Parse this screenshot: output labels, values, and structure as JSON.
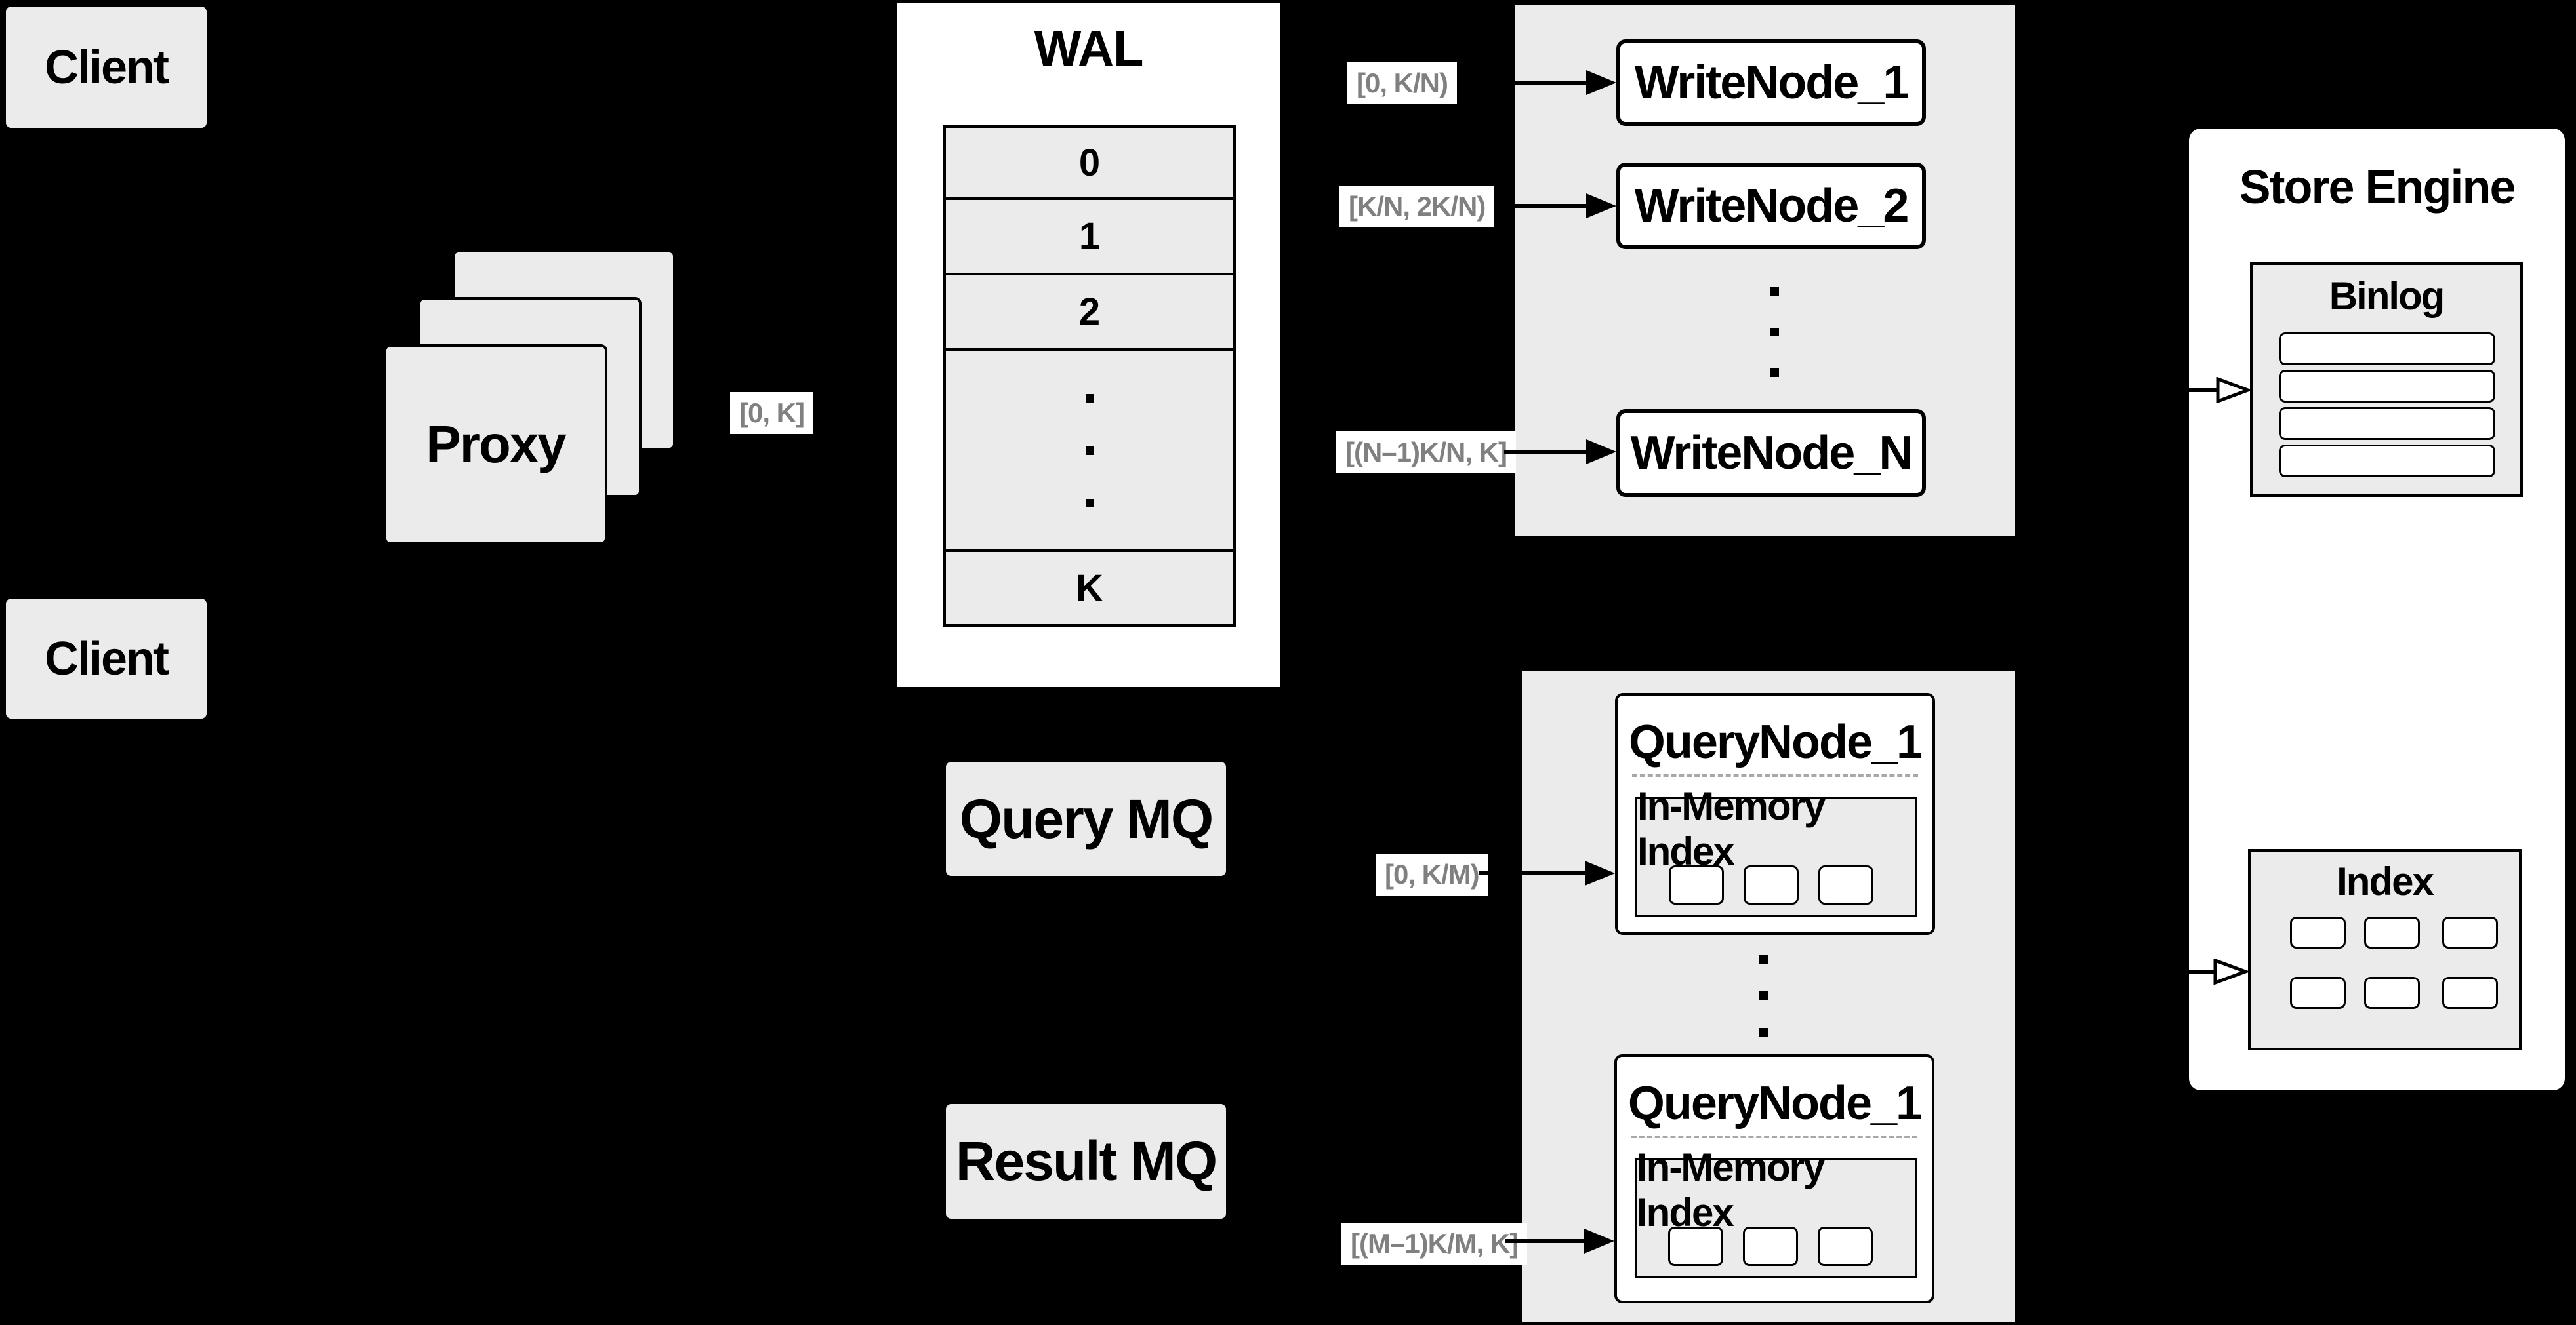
{
  "clients": {
    "top_label": "Client",
    "bottom_label": "Client"
  },
  "proxy": {
    "label": "Proxy",
    "range": "[0, K]"
  },
  "wal": {
    "title": "WAL",
    "rows": [
      "0",
      "1",
      "2"
    ],
    "last_row": "K"
  },
  "write_group": {
    "ranges": [
      "[0, K/N)",
      "[K/N, 2K/N)",
      "[(N–1)K/N, K]"
    ],
    "nodes": [
      "WriteNode_1",
      "WriteNode_2",
      "WriteNode_N"
    ]
  },
  "mq": {
    "query": "Query MQ",
    "result": "Result MQ"
  },
  "query_group": {
    "top": {
      "title": "QueryNode_1",
      "memory_index": "In-Memory Index",
      "range": "[0, K/M)"
    },
    "bottom": {
      "title": "QueryNode_1",
      "memory_index": "In-Memory Index",
      "range": "[(M–1)K/M, K]"
    }
  },
  "store_engine": {
    "title": "Store Engine",
    "binlog_title": "Binlog",
    "index_title": "Index"
  },
  "colors": {
    "background": "#000000",
    "panel_fill": "#ebebeb",
    "node_fill": "#ffffff",
    "border": "#000000",
    "range_text": "#808080"
  }
}
